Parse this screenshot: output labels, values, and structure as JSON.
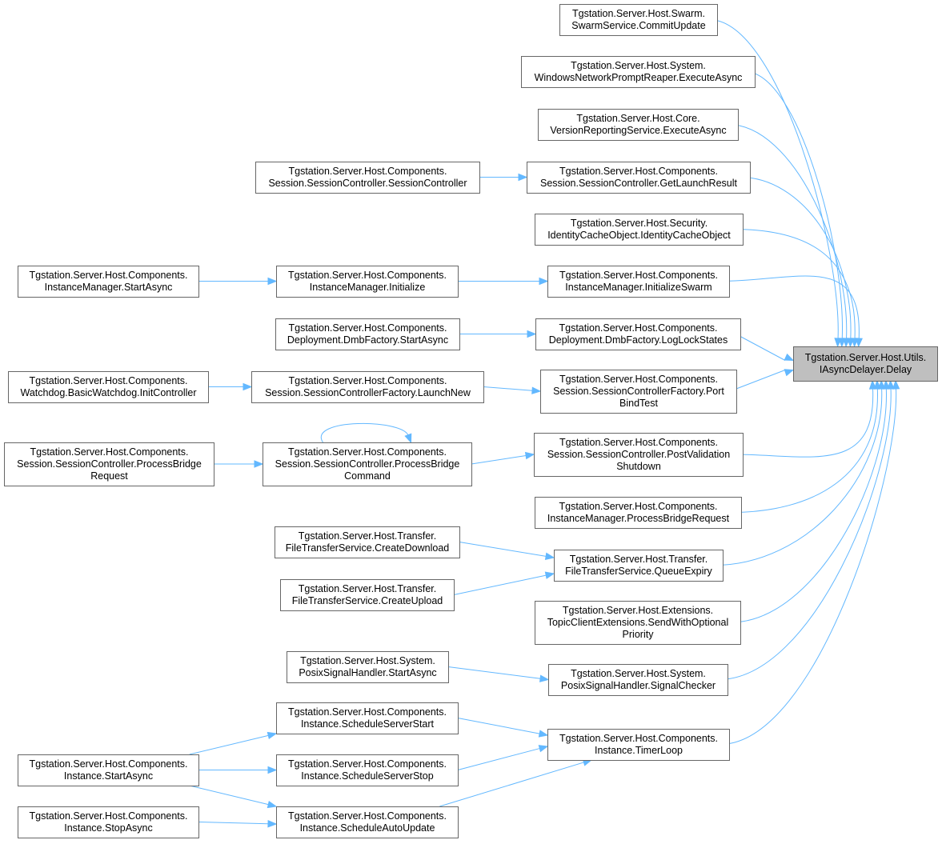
{
  "graph": {
    "target": {
      "id": "delay",
      "lines": [
        "Tgstation.Server.Host.Utils.",
        "IAsyncDelayer.Delay"
      ]
    },
    "nodes": [
      {
        "id": "commitupdate",
        "lines": [
          "Tgstation.Server.Host.Swarm.",
          "SwarmService.CommitUpdate"
        ]
      },
      {
        "id": "reaper",
        "lines": [
          "Tgstation.Server.Host.System.",
          "WindowsNetworkPromptReaper.ExecuteAsync"
        ]
      },
      {
        "id": "versionreporting",
        "lines": [
          "Tgstation.Server.Host.Core.",
          "VersionReportingService.ExecuteAsync"
        ]
      },
      {
        "id": "sc_ctor",
        "lines": [
          "Tgstation.Server.Host.Components.",
          "Session.SessionController.SessionController"
        ]
      },
      {
        "id": "getlaunchresult",
        "lines": [
          "Tgstation.Server.Host.Components.",
          "Session.SessionController.GetLaunchResult"
        ]
      },
      {
        "id": "identitycache",
        "lines": [
          "Tgstation.Server.Host.Security.",
          "IdentityCacheObject.IdentityCacheObject"
        ]
      },
      {
        "id": "im_startasync",
        "lines": [
          "Tgstation.Server.Host.Components.",
          "InstanceManager.StartAsync"
        ]
      },
      {
        "id": "im_initialize",
        "lines": [
          "Tgstation.Server.Host.Components.",
          "InstanceManager.Initialize"
        ]
      },
      {
        "id": "im_initswarm",
        "lines": [
          "Tgstation.Server.Host.Components.",
          "InstanceManager.InitializeSwarm"
        ]
      },
      {
        "id": "dmb_startasync",
        "lines": [
          "Tgstation.Server.Host.Components.",
          "Deployment.DmbFactory.StartAsync"
        ]
      },
      {
        "id": "dmb_loglock",
        "lines": [
          "Tgstation.Server.Host.Components.",
          "Deployment.DmbFactory.LogLockStates"
        ]
      },
      {
        "id": "wd_initcontroller",
        "lines": [
          "Tgstation.Server.Host.Components.",
          "Watchdog.BasicWatchdog.InitController"
        ]
      },
      {
        "id": "scf_launchnew",
        "lines": [
          "Tgstation.Server.Host.Components.",
          "Session.SessionControllerFactory.LaunchNew"
        ]
      },
      {
        "id": "scf_portbind",
        "lines": [
          "Tgstation.Server.Host.Components.",
          "Session.SessionControllerFactory.Port",
          "BindTest"
        ]
      },
      {
        "id": "sc_pbrequest",
        "lines": [
          "Tgstation.Server.Host.Components.",
          "Session.SessionController.ProcessBridge",
          "Request"
        ]
      },
      {
        "id": "sc_pbcommand",
        "lines": [
          "Tgstation.Server.Host.Components.",
          "Session.SessionController.ProcessBridge",
          "Command"
        ]
      },
      {
        "id": "sc_postvalidation",
        "lines": [
          "Tgstation.Server.Host.Components.",
          "Session.SessionController.PostValidation",
          "Shutdown"
        ]
      },
      {
        "id": "im_pbrequest",
        "lines": [
          "Tgstation.Server.Host.Components.",
          "InstanceManager.ProcessBridgeRequest"
        ]
      },
      {
        "id": "ft_download",
        "lines": [
          "Tgstation.Server.Host.Transfer.",
          "FileTransferService.CreateDownload"
        ]
      },
      {
        "id": "ft_upload",
        "lines": [
          "Tgstation.Server.Host.Transfer.",
          "FileTransferService.CreateUpload"
        ]
      },
      {
        "id": "ft_queueexpiry",
        "lines": [
          "Tgstation.Server.Host.Transfer.",
          "FileTransferService.QueueExpiry"
        ]
      },
      {
        "id": "topicclient",
        "lines": [
          "Tgstation.Server.Host.Extensions.",
          "TopicClientExtensions.SendWithOptional",
          "Priority"
        ]
      },
      {
        "id": "posix_start",
        "lines": [
          "Tgstation.Server.Host.System.",
          "PosixSignalHandler.StartAsync"
        ]
      },
      {
        "id": "posix_checker",
        "lines": [
          "Tgstation.Server.Host.System.",
          "PosixSignalHandler.SignalChecker"
        ]
      },
      {
        "id": "inst_schedstart",
        "lines": [
          "Tgstation.Server.Host.Components.",
          "Instance.ScheduleServerStart"
        ]
      },
      {
        "id": "inst_startasync",
        "lines": [
          "Tgstation.Server.Host.Components.",
          "Instance.StartAsync"
        ]
      },
      {
        "id": "inst_schedstop",
        "lines": [
          "Tgstation.Server.Host.Components.",
          "Instance.ScheduleServerStop"
        ]
      },
      {
        "id": "inst_timerloop",
        "lines": [
          "Tgstation.Server.Host.Components.",
          "Instance.TimerLoop"
        ]
      },
      {
        "id": "inst_stopasync",
        "lines": [
          "Tgstation.Server.Host.Components.",
          "Instance.StopAsync"
        ]
      },
      {
        "id": "inst_schedauto",
        "lines": [
          "Tgstation.Server.Host.Components.",
          "Instance.ScheduleAutoUpdate"
        ]
      }
    ],
    "edges": [
      {
        "from": "sc_ctor",
        "to": "getlaunchresult"
      },
      {
        "from": "im_startasync",
        "to": "im_initialize"
      },
      {
        "from": "im_initialize",
        "to": "im_initswarm"
      },
      {
        "from": "dmb_startasync",
        "to": "dmb_loglock"
      },
      {
        "from": "wd_initcontroller",
        "to": "scf_launchnew"
      },
      {
        "from": "scf_launchnew",
        "to": "scf_portbind"
      },
      {
        "from": "sc_pbrequest",
        "to": "sc_pbcommand"
      },
      {
        "from": "sc_pbcommand",
        "to": "sc_pbcommand"
      },
      {
        "from": "sc_pbcommand",
        "to": "sc_postvalidation"
      },
      {
        "from": "ft_download",
        "to": "ft_queueexpiry"
      },
      {
        "from": "ft_upload",
        "to": "ft_queueexpiry"
      },
      {
        "from": "posix_start",
        "to": "posix_checker"
      },
      {
        "from": "inst_startasync",
        "to": "inst_schedstart"
      },
      {
        "from": "inst_startasync",
        "to": "inst_schedstop"
      },
      {
        "from": "inst_startasync",
        "to": "inst_schedauto"
      },
      {
        "from": "inst_stopasync",
        "to": "inst_schedauto"
      },
      {
        "from": "inst_schedstart",
        "to": "inst_timerloop"
      },
      {
        "from": "inst_schedstop",
        "to": "inst_timerloop"
      },
      {
        "from": "inst_schedauto",
        "to": "inst_timerloop"
      },
      {
        "from": "commitupdate",
        "to": "delay"
      },
      {
        "from": "reaper",
        "to": "delay"
      },
      {
        "from": "versionreporting",
        "to": "delay"
      },
      {
        "from": "getlaunchresult",
        "to": "delay"
      },
      {
        "from": "identitycache",
        "to": "delay"
      },
      {
        "from": "im_initswarm",
        "to": "delay"
      },
      {
        "from": "dmb_loglock",
        "to": "delay"
      },
      {
        "from": "scf_portbind",
        "to": "delay"
      },
      {
        "from": "sc_postvalidation",
        "to": "delay"
      },
      {
        "from": "im_pbrequest",
        "to": "delay"
      },
      {
        "from": "ft_queueexpiry",
        "to": "delay"
      },
      {
        "from": "topicclient",
        "to": "delay"
      },
      {
        "from": "posix_checker",
        "to": "delay"
      },
      {
        "from": "inst_timerloop",
        "to": "delay"
      }
    ]
  },
  "colors": {
    "edge": "#63b8ff",
    "node_border": "#666666",
    "node_fill": "#ffffff",
    "target_fill": "#bfbfbf",
    "text": "#000000"
  }
}
